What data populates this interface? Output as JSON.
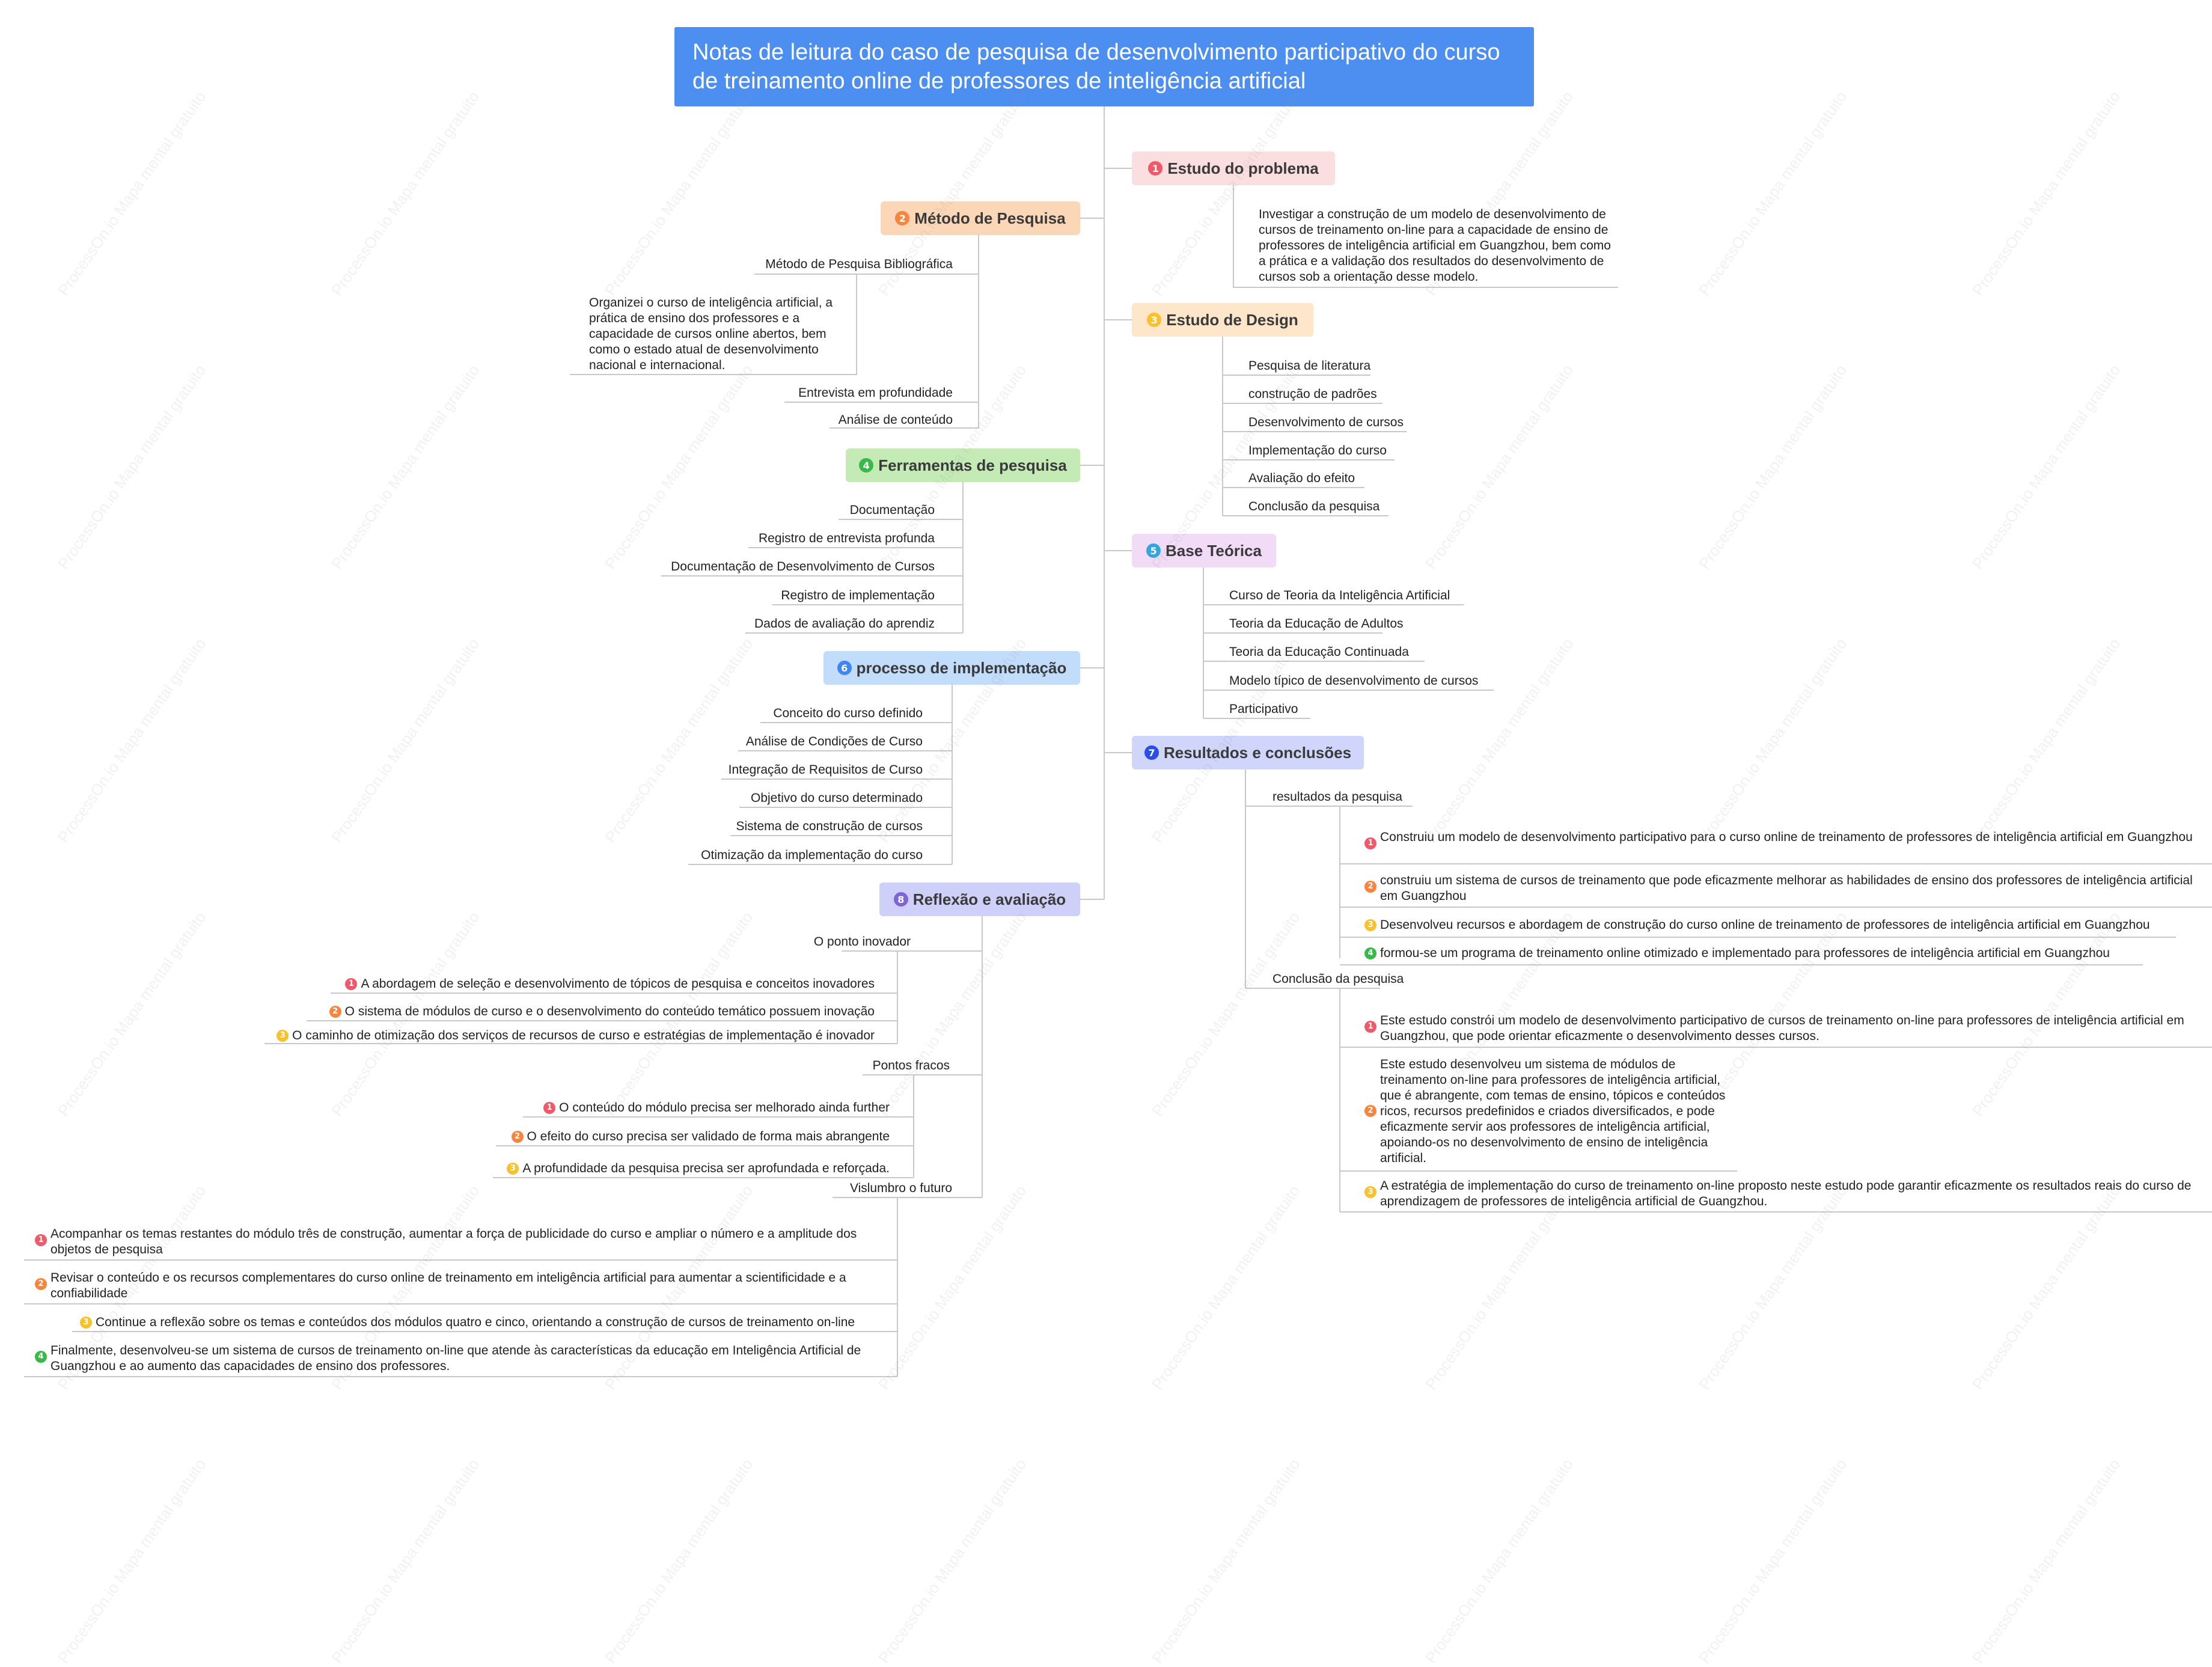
{
  "root": {
    "title": "Notas de leitura do caso de pesquisa de desenvolvimento participativo do curso de treinamento online de professores de inteligência artificial"
  },
  "colors": {
    "root": "#4d8ff0",
    "badge1": "#ef5a6a",
    "badge2": "#f5853f",
    "badge3": "#f8c12d",
    "badge4": "#38b949",
    "badge5": "#35a5e0",
    "badge6": "#3e86f5",
    "badge7": "#2a4ee0",
    "badge8": "#7f64d6"
  },
  "branches": {
    "b1": {
      "num": "1",
      "label": "Estudo do problema",
      "text": "Investigar a construção de um modelo de desenvolvimento de cursos de treinamento on-line para a capacidade de ensino de professores de inteligência artificial em Guangzhou, bem como a prática e a validação dos resultados do desenvolvimento de cursos sob a orientação desse modelo."
    },
    "b2": {
      "num": "2",
      "label": "Método de Pesquisa",
      "items": [
        "Método de Pesquisa Bibliográfica",
        "Entrevista em profundidade",
        "Análise de conteúdo"
      ],
      "note": "Organizei o curso de inteligência artificial, a prática de ensino dos professores e a capacidade de cursos online abertos, bem como o estado atual de desenvolvimento nacional e internacional."
    },
    "b3": {
      "num": "3",
      "label": "Estudo de Design",
      "items": [
        "Pesquisa de literatura",
        "construção de padrões",
        "Desenvolvimento de cursos",
        "Implementação do curso",
        "Avaliação do efeito",
        "Conclusão da pesquisa"
      ]
    },
    "b4": {
      "num": "4",
      "label": "Ferramentas de pesquisa",
      "items": [
        "Documentação",
        "Registro de entrevista profunda",
        "Documentação de Desenvolvimento de Cursos",
        "Registro de implementação",
        "Dados de avaliação do aprendiz"
      ]
    },
    "b5": {
      "num": "5",
      "label": "Base Teórica",
      "items": [
        "Curso de Teoria da Inteligência Artificial",
        "Teoria da Educação de Adultos",
        "Teoria da Educação Continuada",
        "Modelo típico de desenvolvimento de cursos",
        "Participativo"
      ]
    },
    "b6": {
      "num": "6",
      "label": "processo de implementação",
      "items": [
        "Conceito do curso definido",
        "Análise de Condições de Curso",
        "Integração de Requisitos de Curso",
        "Objetivo do curso determinado",
        "Sistema de construção de cursos",
        "Otimização da implementação do curso"
      ]
    },
    "b7": {
      "num": "7",
      "label": "Resultados e conclusões",
      "sub1": {
        "label": "resultados da pesquisa",
        "items": [
          "Construiu um modelo de desenvolvimento participativo para o curso online de treinamento de professores de inteligência artificial em Guangzhou",
          "construiu um sistema de cursos de treinamento que pode eficazmente melhorar as habilidades de ensino dos professores de inteligência artificial em Guangzhou",
          "Desenvolveu recursos e abordagem de construção do curso online de treinamento de professores de inteligência artificial em Guangzhou",
          "formou-se um programa de treinamento online otimizado e implementado para professores de inteligência artificial em Guangzhou"
        ]
      },
      "sub2": {
        "label": "Conclusão da pesquisa",
        "items": [
          "Este estudo constrói um modelo de desenvolvimento participativo de cursos de treinamento on-line para professores de inteligência artificial em Guangzhou, que pode orientar eficazmente o desenvolvimento desses cursos.",
          "Este estudo desenvolveu um sistema de módulos de treinamento on-line para professores de inteligência artificial, que é abrangente, com temas de ensino, tópicos e conteúdos ricos, recursos predefinidos e criados diversificados, e pode eficazmente servir aos professores de inteligência artificial, apoiando-os no desenvolvimento de ensino de inteligência artificial.",
          "A estratégia de implementação do curso de treinamento on-line proposto neste estudo pode garantir eficazmente os resultados reais do curso de aprendizagem de professores de inteligência artificial de Guangzhou."
        ]
      }
    },
    "b8": {
      "num": "8",
      "label": "Reflexão e avaliação",
      "sub1": {
        "label": "O ponto inovador",
        "items": [
          "A abordagem de seleção e desenvolvimento de tópicos de pesquisa e conceitos inovadores",
          "O sistema de módulos de curso e o desenvolvimento do conteúdo temático possuem inovação",
          "O caminho de otimização dos serviços de recursos de curso e estratégias de implementação é inovador"
        ]
      },
      "sub2": {
        "label": "Pontos fracos",
        "items": [
          "O conteúdo do módulo precisa ser melhorado ainda further",
          "O efeito do curso precisa ser validado de forma mais abrangente",
          "A profundidade da pesquisa precisa ser aprofundada e reforçada."
        ]
      },
      "sub3": {
        "label": "Vislumbro o futuro",
        "items": [
          "Acompanhar os temas restantes do módulo três de construção, aumentar a força de publicidade do curso e ampliar o número e a amplitude dos objetos de pesquisa",
          "Revisar o conteúdo e os recursos complementares do curso online de treinamento em inteligência artificial para aumentar a scientificidade e a confiabilidade",
          "Continue a reflexão sobre os temas e conteúdos dos módulos quatro e cinco, orientando a construção de cursos de treinamento on-line",
          "Finalmente, desenvolveu-se um sistema de cursos de treinamento on-line que atende às características da educação em Inteligência Artificial de Guangzhou e ao aumento das capacidades de ensino dos professores."
        ]
      }
    }
  },
  "watermark": "ProcessOn.io Mapa mental gratuito"
}
